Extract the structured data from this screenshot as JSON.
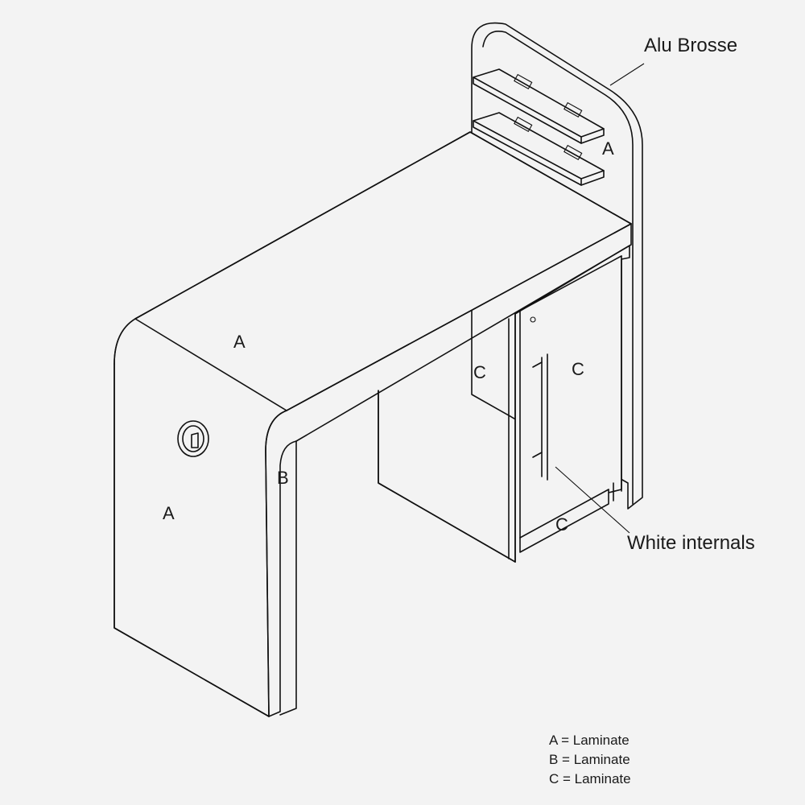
{
  "callouts": {
    "alu_brosse": "Alu Brosse",
    "white_internals": "White internals"
  },
  "surface_labels": {
    "shelf": "A",
    "top": "A",
    "side": "A",
    "edge": "B",
    "left_door": "C",
    "right_door": "C",
    "plinth": "C"
  },
  "legend": {
    "items": [
      "A = Laminate",
      "B = Laminate",
      "C = Laminate"
    ]
  }
}
